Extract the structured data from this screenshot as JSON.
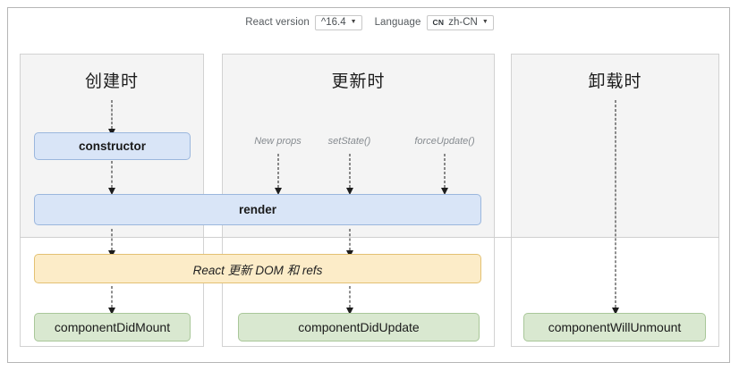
{
  "toolbar": {
    "react_version_label": "React version",
    "react_version_value": "^16.4",
    "language_label": "Language",
    "language_flag": "CN",
    "language_value": "zh-CN",
    "caret_glyph": "▼"
  },
  "columns": [
    {
      "id": "mounting",
      "title": "创建时"
    },
    {
      "id": "updating",
      "title": "更新时"
    },
    {
      "id": "unmounting",
      "title": "卸载时"
    }
  ],
  "triggers": [
    {
      "id": "new-props",
      "label": "New props"
    },
    {
      "id": "set-state",
      "label": "setState()"
    },
    {
      "id": "force-update",
      "label": "forceUpdate()"
    }
  ],
  "nodes": {
    "constructor": "constructor",
    "render": "render",
    "react_updates_dom": "React 更新 DOM 和 refs",
    "component_did_mount": "componentDidMount",
    "component_did_update": "componentDidUpdate",
    "component_will_unmount": "componentWillUnmount"
  },
  "colors": {
    "render_phase_bg": "#f4f4f4",
    "commit_phase_bg": "#ffffff",
    "blue_node_bg": "#d9e5f7",
    "blue_node_border": "#9bb7dd",
    "green_node_bg": "#d9e8d0",
    "green_node_border": "#a9c799",
    "orange_node_bg": "#fcecc8",
    "orange_node_border": "#e3c173",
    "panel_border": "#d2d2d2",
    "frame_border": "#b6b6b6",
    "trigger_text": "#868b90"
  }
}
